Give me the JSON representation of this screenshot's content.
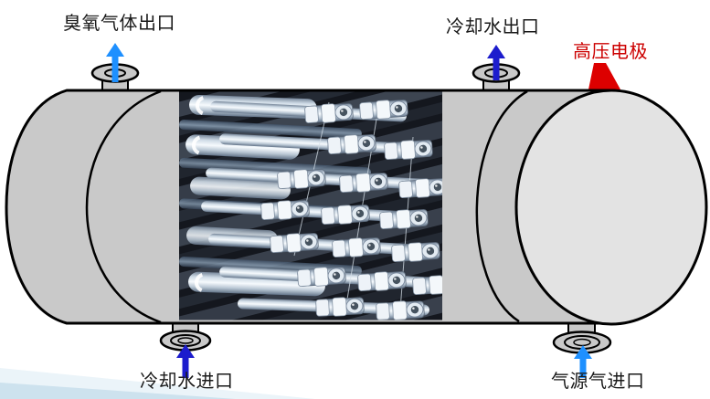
{
  "labels": {
    "ozone_gas_outlet": "臭氧气体出口",
    "cooling_water_outlet": "冷却水出口",
    "high_voltage_electrode": "高压电极",
    "cooling_water_inlet": "冷却水进口",
    "gas_source_inlet": "气源气进口"
  },
  "colors": {
    "tank_body": "#c9c9c9",
    "tank_end_face": "#e3e3e3",
    "tank_outline": "#000000",
    "electrode_red": "#dd0000",
    "electrode_label_red": "#cc0000",
    "arrow_bright_blue": "#1e90ff",
    "arrow_dark_blue": "#1c1ccd",
    "label_text": "#1a1a1a",
    "corner_wedge_light": "#ebf4f9",
    "corner_wedge_dark": "#cde2ee"
  },
  "icons": {
    "ozone_outlet_arrow": "up-arrow",
    "cooling_water_outlet_arrow": "up-arrow",
    "cooling_water_inlet_arrow": "up-arrow",
    "gas_source_inlet_arrow": "up-arrow",
    "high_voltage_electrode_marker": "red-trapezoid"
  }
}
